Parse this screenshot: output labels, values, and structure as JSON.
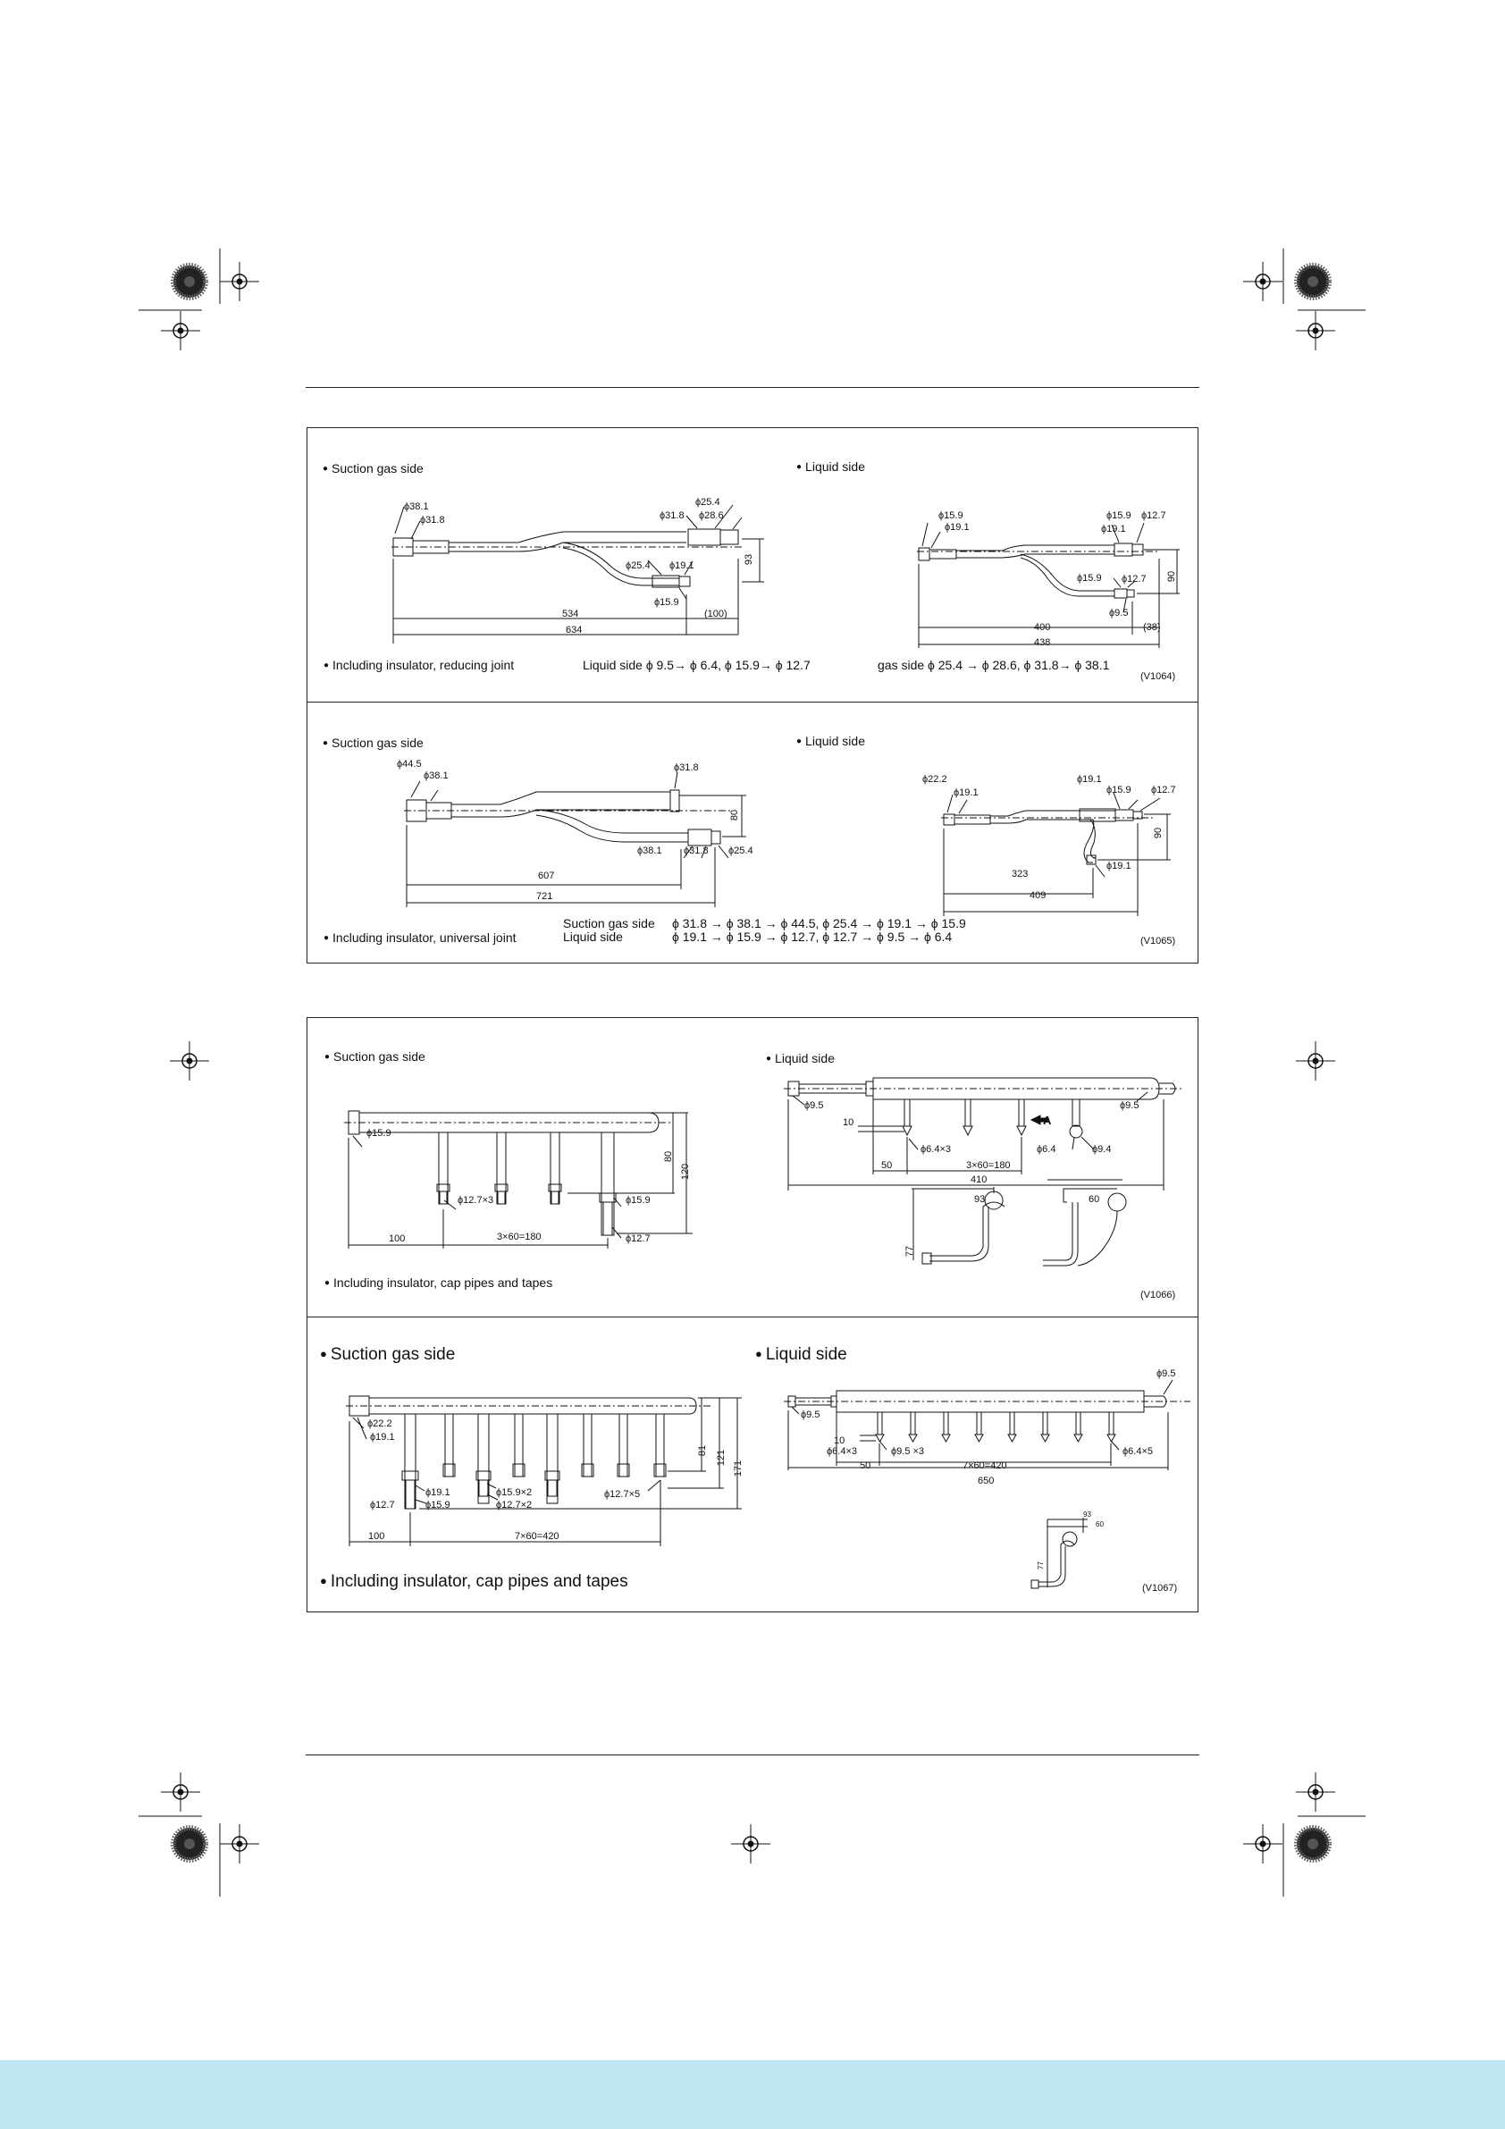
{
  "page": {
    "band_color": "#bde6f2"
  },
  "panels": {
    "p1": {
      "left_title": "Suction gas side",
      "right_title": "Liquid side",
      "note": "Including insulator, reducing  joint",
      "spec_liquid": "Liquid side   ϕ 9.5→ ϕ 6.4,  ϕ 15.9→ ϕ 12.7",
      "spec_gas": "gas side    ϕ 25.4 → ϕ 28.6,  ϕ 31.8→ ϕ 38.1",
      "code": "(V1064)",
      "dims_left": [
        "ϕ38.1",
        "ϕ31.8",
        "ϕ31.8",
        "ϕ25.4",
        "ϕ28.6",
        "ϕ25.4",
        "ϕ19.1",
        "ϕ15.9",
        "93",
        "534",
        "(100)",
        "634"
      ],
      "dims_right": [
        "ϕ15.9",
        "ϕ19.1",
        "ϕ15.9",
        "ϕ12.7",
        "ϕ19.1",
        "ϕ15.9",
        "ϕ12.7",
        "ϕ9.5",
        "90",
        "400",
        "(38)",
        "438"
      ]
    },
    "p2": {
      "left_title": "Suction gas side",
      "right_title": "Liquid side",
      "note": "Including insulator, universal joint",
      "spec_gas_label": "Suction gas side",
      "spec_liquid_label": "Liquid side",
      "spec_gas": "ϕ 31.8 → ϕ 38.1 → ϕ 44.5, ϕ 25.4 → ϕ 19.1 → ϕ 15.9",
      "spec_liquid": "ϕ 19.1 → ϕ 15.9 → ϕ 12.7, ϕ 12.7 → ϕ 9.5 → ϕ 6.4",
      "code": "(V1065)",
      "dims_left": [
        "ϕ44.5",
        "ϕ38.1",
        "ϕ31.8",
        "ϕ38.1",
        "ϕ31.8",
        "ϕ25.4",
        "80",
        "607",
        "721"
      ],
      "dims_right": [
        "ϕ22.2",
        "ϕ19.1",
        "ϕ19.1",
        "ϕ15.9",
        "ϕ12.7",
        "90",
        "ϕ19.1",
        "323",
        "409"
      ]
    },
    "p3": {
      "left_title": "Suction gas side",
      "right_title": "Liquid side",
      "note": "Including insulator, cap pipes and tapes",
      "code": "(V1066)",
      "dims_left": [
        "ϕ15.9",
        "ϕ12.7×3",
        "ϕ15.9",
        "ϕ12.7",
        "80",
        "120",
        "100",
        "3×60=180"
      ],
      "dims_right": [
        "ϕ9.5",
        "ϕ9.5",
        "10",
        "A",
        "ϕ6.4×3",
        "ϕ6.4",
        "ϕ9.4",
        "50",
        "3×60=180",
        "410",
        "93",
        "77",
        "60"
      ]
    },
    "p4": {
      "left_title": "Suction gas side",
      "right_title": "Liquid side",
      "note": "Including insulator, cap pipes and tapes",
      "code": "(V1067)",
      "dims_left": [
        "ϕ22.2",
        "ϕ19.1",
        "ϕ19.1",
        "ϕ15.9",
        "ϕ12.7",
        "ϕ15.9×2",
        "ϕ12.7×2",
        "ϕ12.7×5",
        "81",
        "121",
        "171",
        "100",
        "7×60=420"
      ],
      "dims_right": [
        "ϕ9.5",
        "ϕ9.5",
        "10",
        "ϕ6.4×3",
        "ϕ9.5 ×3",
        "50",
        "7×60=420",
        "ϕ6.4×5",
        "650",
        "93",
        "60",
        "77"
      ]
    }
  }
}
